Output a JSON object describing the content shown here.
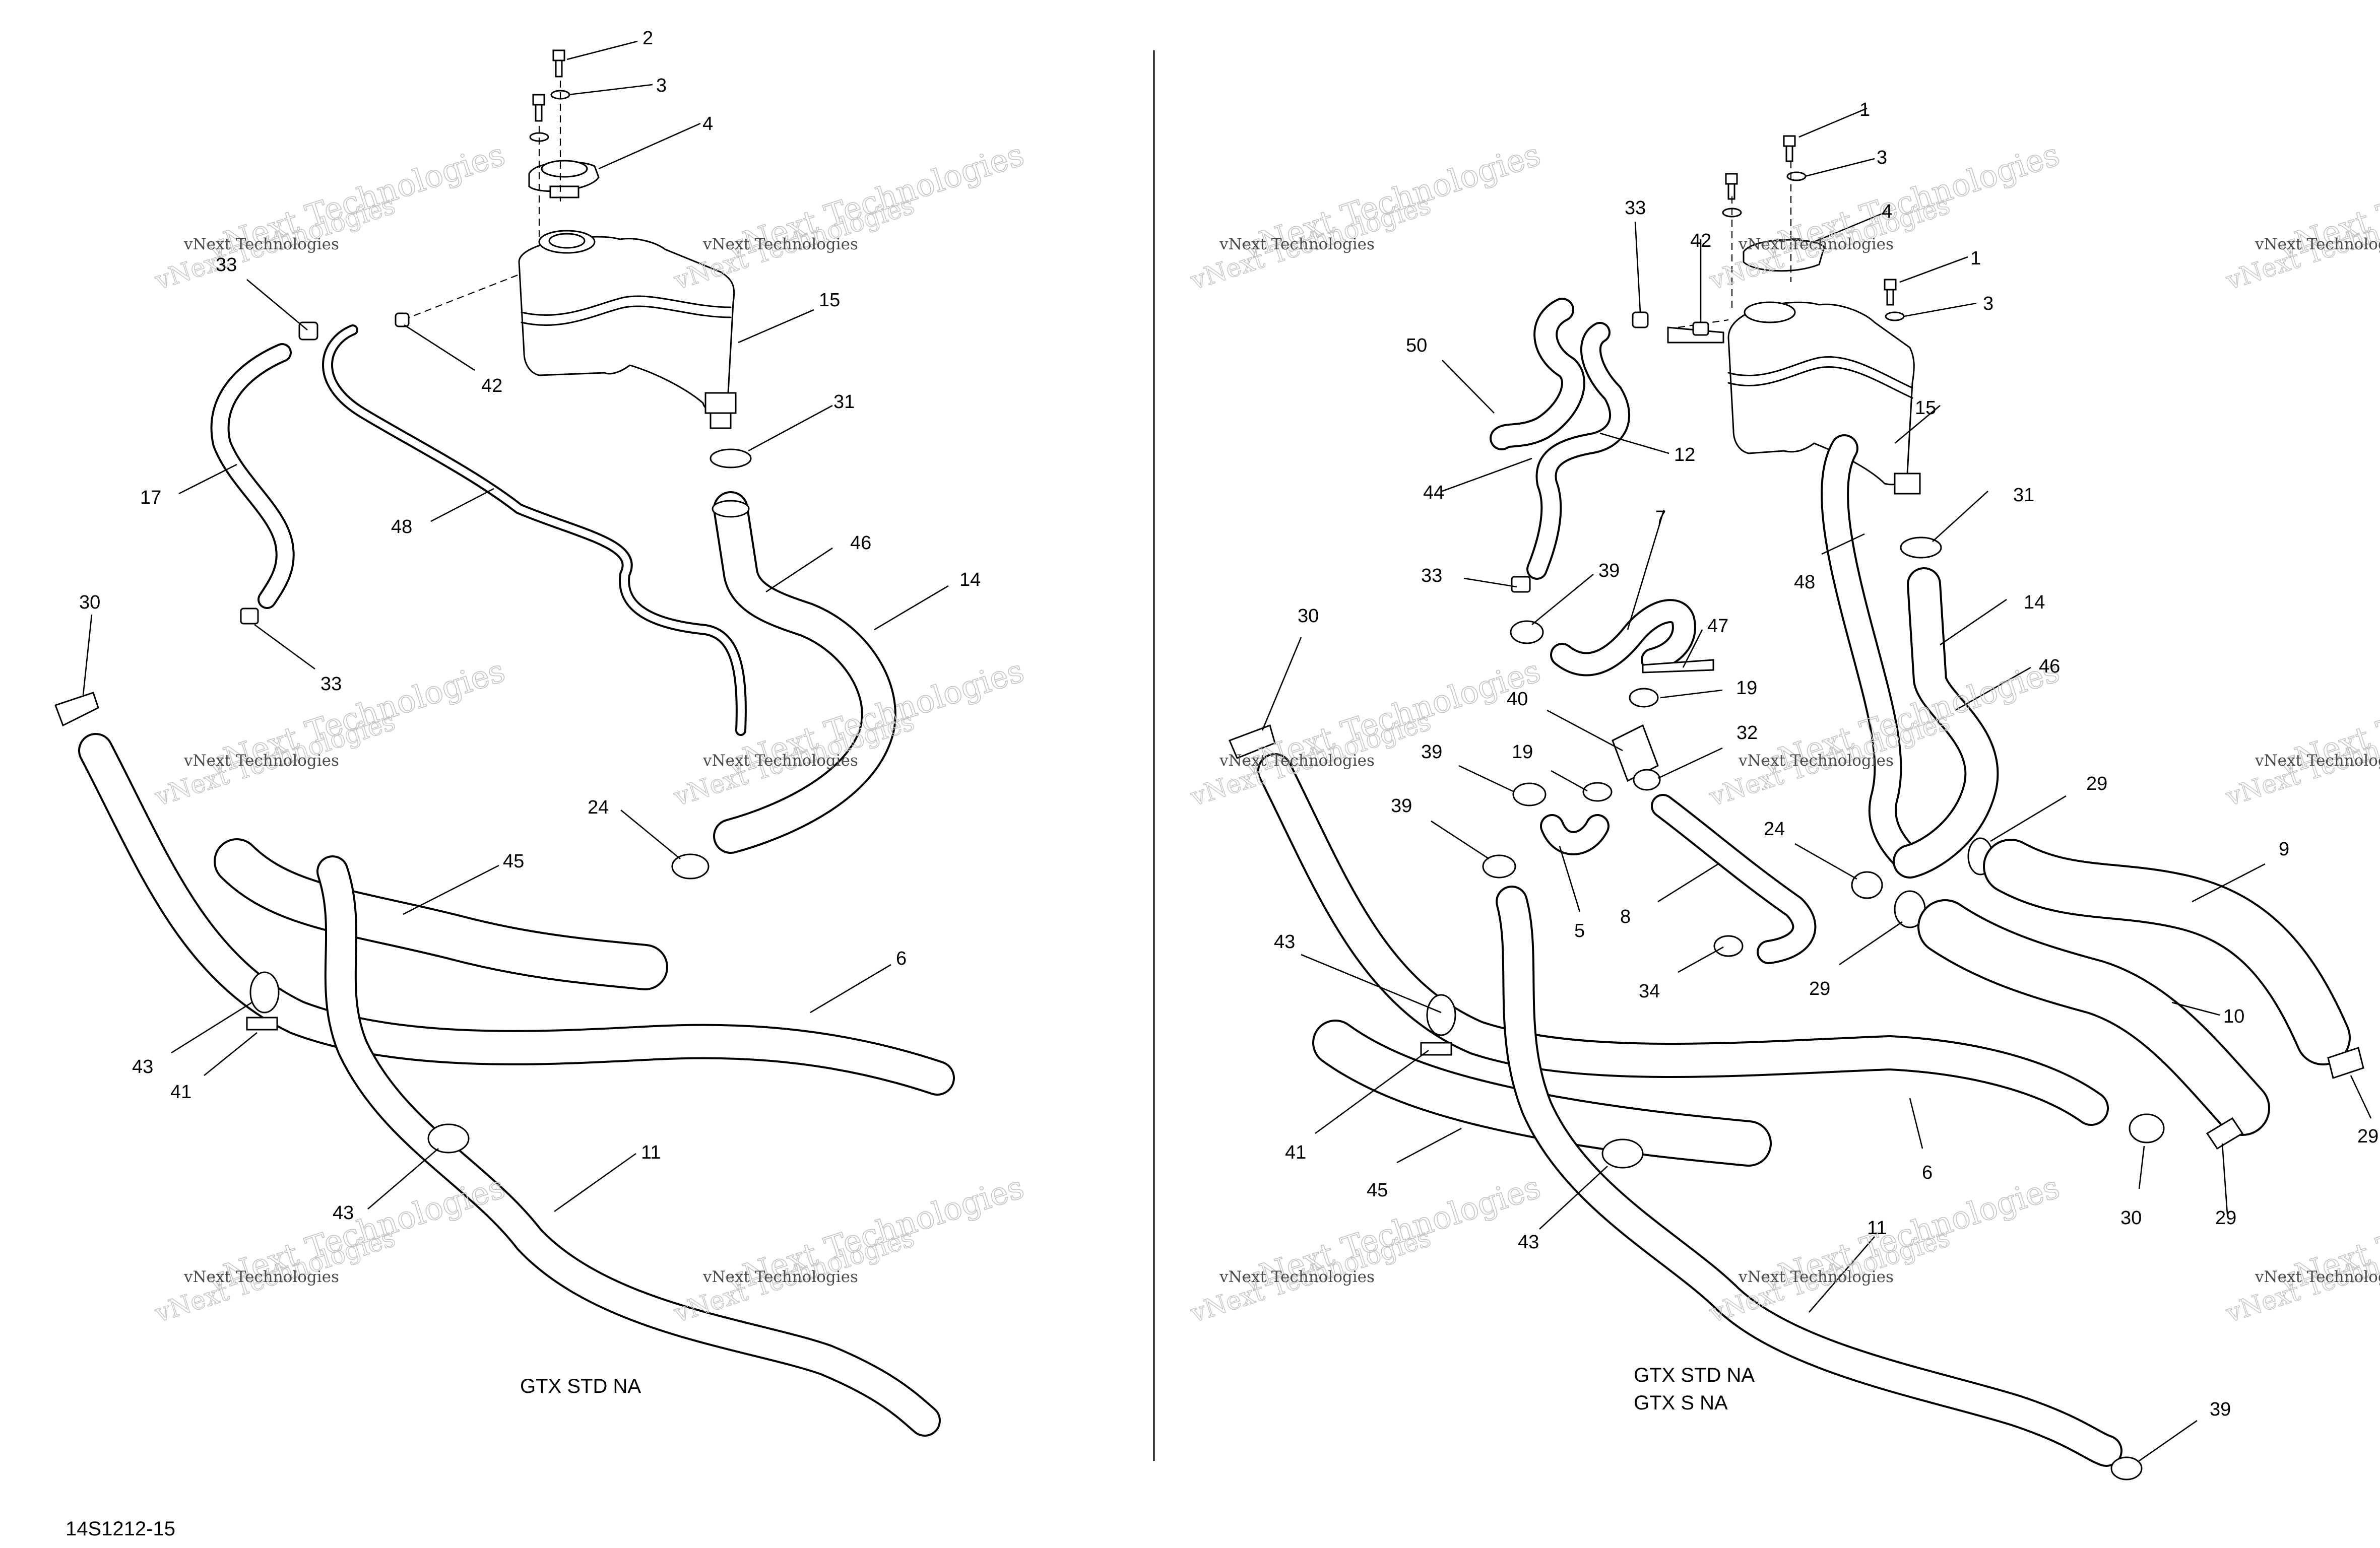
{
  "diagram_id": "14S1212-15",
  "watermark": "vNext Technologies",
  "left_panel": {
    "caption_lines": [
      "GTX STD NA"
    ],
    "labels": [
      "2",
      "3",
      "4",
      "15",
      "42",
      "33",
      "31",
      "17",
      "48",
      "46",
      "14",
      "30",
      "33",
      "24",
      "45",
      "6",
      "43",
      "41",
      "11",
      "43"
    ]
  },
  "right_panel": {
    "caption_lines": [
      "GTX STD NA",
      "GTX S NA"
    ],
    "labels": [
      "1",
      "3",
      "4",
      "33",
      "42",
      "1",
      "3",
      "50",
      "15",
      "12",
      "31",
      "44",
      "7",
      "48",
      "14",
      "33",
      "39",
      "47",
      "30",
      "46",
      "19",
      "40",
      "32",
      "39",
      "19",
      "29",
      "39",
      "24",
      "9",
      "5",
      "8",
      "43",
      "29",
      "34",
      "10",
      "29",
      "41",
      "6",
      "45",
      "30",
      "29",
      "11",
      "43",
      "39"
    ]
  }
}
